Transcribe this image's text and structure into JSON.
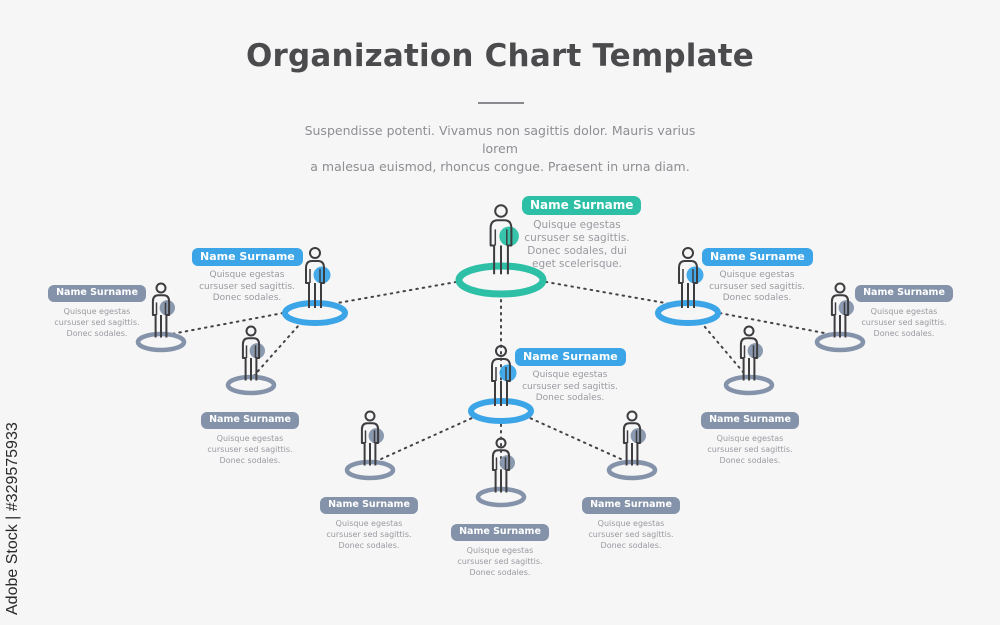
{
  "title": "Organization Chart Template",
  "subtitle_line1": "Suspendisse potenti. Vivamus non sagittis dolor. Mauris varius lorem",
  "subtitle_line2": "a malesua euismod, rhoncus congue. Praesent in urna diam.",
  "colors": {
    "top": "#2dc0a6",
    "mid": "#3ba5e8",
    "leaf": "#8593aa",
    "figure": "#3d3d40"
  },
  "nodes": [
    {
      "id": "ceo",
      "level": "top",
      "name": "Name Surname",
      "desc1": "Quisque egestas",
      "desc2": "cursuser se sagittis.",
      "desc3": "Donec sodales, dui",
      "desc4": "eget scelerisque."
    },
    {
      "id": "left-manager",
      "level": "mid",
      "name": "Name Surname",
      "desc1": "Quisque egestas",
      "desc2": "cursuser sed sagittis.",
      "desc3": "Donec sodales."
    },
    {
      "id": "right-manager",
      "level": "mid",
      "name": "Name Surname",
      "desc1": "Quisque egestas",
      "desc2": "cursuser sed sagittis.",
      "desc3": "Donec sodales."
    },
    {
      "id": "center-manager",
      "level": "mid",
      "name": "Name Surname",
      "desc1": "Quisque egestas",
      "desc2": "cursuser sed sagittis.",
      "desc3": "Donec sodales."
    },
    {
      "id": "left-outer",
      "level": "leaf",
      "name": "Name Surname",
      "desc1": "Quisque egestas",
      "desc2": "cursuser sed sagittis.",
      "desc3": "Donec sodales."
    },
    {
      "id": "left-lower",
      "level": "leaf",
      "name": "Name Surname",
      "desc1": "Quisque egestas",
      "desc2": "cursuser sed sagittis.",
      "desc3": "Donec sodales."
    },
    {
      "id": "right-outer",
      "level": "leaf",
      "name": "Name Surname",
      "desc1": "Quisque egestas",
      "desc2": "cursuser sed sagittis.",
      "desc3": "Donec sodales."
    },
    {
      "id": "right-lower",
      "level": "leaf",
      "name": "Name Surname",
      "desc1": "Quisque egestas",
      "desc2": "cursuser sed sagittis.",
      "desc3": "Donec sodales."
    },
    {
      "id": "bottom-left",
      "level": "leaf",
      "name": "Name Surname",
      "desc1": "Quisque egestas",
      "desc2": "cursuser sed sagittis.",
      "desc3": "Donec sodales."
    },
    {
      "id": "bottom-center",
      "level": "leaf",
      "name": "Name Surname",
      "desc1": "Quisque egestas",
      "desc2": "cursuser sed sagittis.",
      "desc3": "Donec sodales."
    },
    {
      "id": "bottom-right",
      "level": "leaf",
      "name": "Name Surname",
      "desc1": "Quisque egestas",
      "desc2": "cursuser sed sagittis.",
      "desc3": "Donec sodales."
    }
  ],
  "links": [
    [
      "ceo",
      "left-manager"
    ],
    [
      "ceo",
      "right-manager"
    ],
    [
      "ceo",
      "center-manager"
    ],
    [
      "left-manager",
      "left-outer"
    ],
    [
      "left-manager",
      "left-lower"
    ],
    [
      "right-manager",
      "right-outer"
    ],
    [
      "right-manager",
      "right-lower"
    ],
    [
      "center-manager",
      "bottom-left"
    ],
    [
      "center-manager",
      "bottom-center"
    ],
    [
      "center-manager",
      "bottom-right"
    ]
  ],
  "watermark": "Adobe Stock | #329575933"
}
